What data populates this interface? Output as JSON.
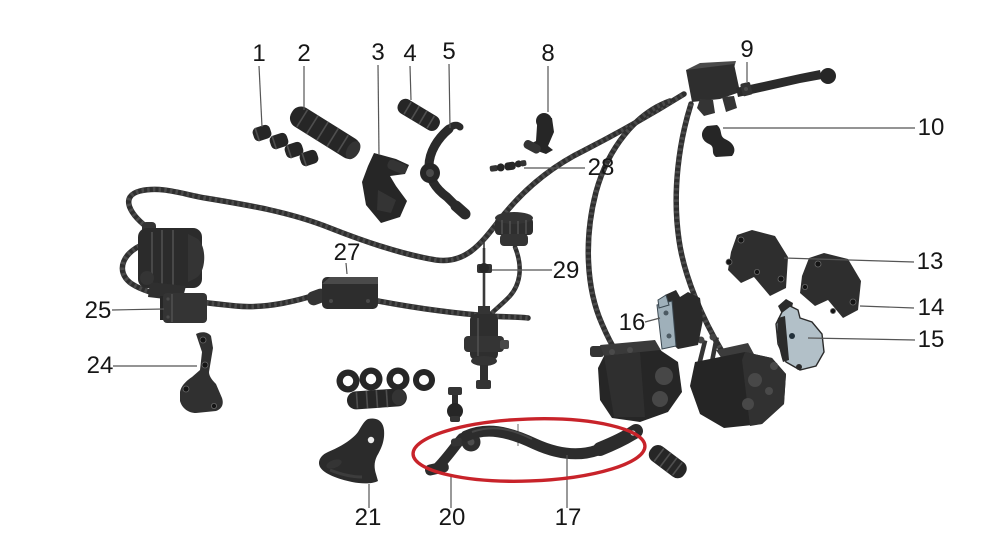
{
  "diagram": {
    "type": "exploded-parts-diagram",
    "subject": "Motorcycle brake system exploded parts view with numbered callouts",
    "background_color": "#ffffff",
    "label_color": "#161616",
    "leader_color": "#555555",
    "highlight": {
      "shape": "ellipse",
      "color": "#c8232a",
      "encircles_callouts": "20 and 17 (brake pedal lever)"
    },
    "palette": {
      "part_dark": "#262626",
      "part_mid": "#343434",
      "part_light": "#4a4a4a",
      "pad_light": "#b2c0c8"
    },
    "callouts": [
      {
        "label": "1"
      },
      {
        "label": "2"
      },
      {
        "label": "3"
      },
      {
        "label": "4"
      },
      {
        "label": "5"
      },
      {
        "label": "8"
      },
      {
        "label": "9"
      },
      {
        "label": "10"
      },
      {
        "label": "13"
      },
      {
        "label": "14"
      },
      {
        "label": "15"
      },
      {
        "label": "16"
      },
      {
        "label": "17"
      },
      {
        "label": "20"
      },
      {
        "label": "21"
      },
      {
        "label": "24"
      },
      {
        "label": "25"
      },
      {
        "label": "27"
      },
      {
        "label": "28"
      },
      {
        "label": "29"
      }
    ]
  }
}
